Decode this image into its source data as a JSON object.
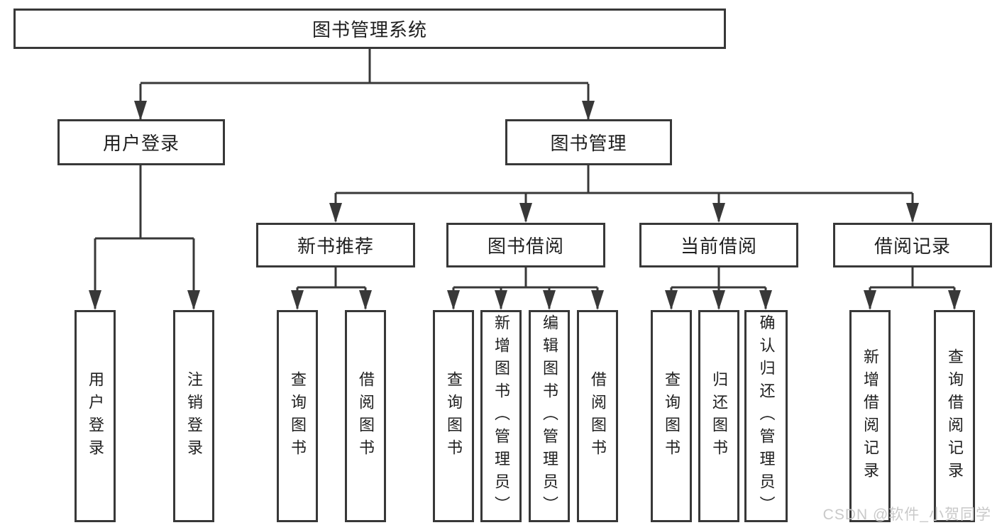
{
  "root": {
    "label": "图书管理系统"
  },
  "level1": [
    {
      "label": "用户登录",
      "leaves": [
        "用户登录",
        "注销登录"
      ]
    },
    {
      "label": "图书管理"
    }
  ],
  "level2": [
    {
      "label": "新书推荐",
      "leaves": [
        "查询图书",
        "借阅图书"
      ]
    },
    {
      "label": "图书借阅",
      "leaves": [
        "查询图书",
        "新增图书（管理员）",
        "编辑图书（管理员）",
        "借阅图书"
      ]
    },
    {
      "label": "当前借阅",
      "leaves": [
        "查询图书",
        "归还图书",
        "确认归还（管理员）"
      ]
    },
    {
      "label": "借阅记录",
      "leaves": [
        "新增借阅记录",
        "查询借阅记录"
      ]
    }
  ],
  "watermark": "CSDN @软件_小贺同学",
  "colors": {
    "line": "#383838",
    "box_background": "#ffffff",
    "text": "#1f1f1f",
    "watermark": "#c9c9c9"
  }
}
